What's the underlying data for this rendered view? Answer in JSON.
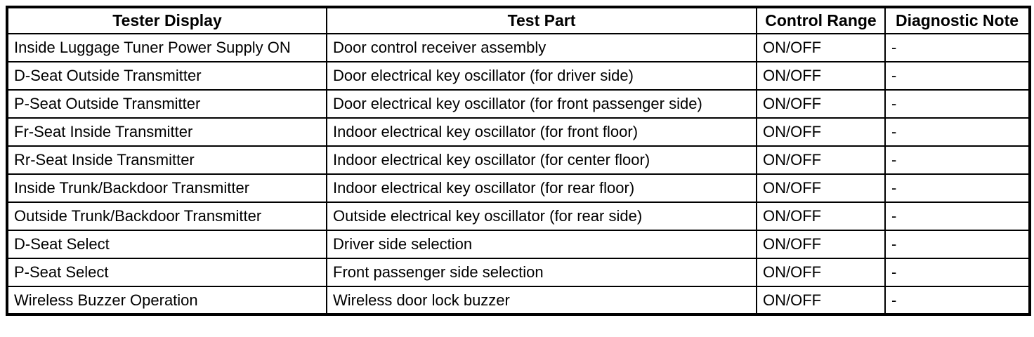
{
  "table": {
    "headers": {
      "tester_display": "Tester Display",
      "test_part": "Test Part",
      "control_range": "Control Range",
      "diagnostic_note": "Diagnostic Note"
    },
    "rows": [
      {
        "tester_display": "Inside Luggage Tuner Power Supply ON",
        "test_part": "Door control receiver assembly",
        "control_range": "ON/OFF",
        "diagnostic_note": "-"
      },
      {
        "tester_display": "D-Seat Outside Transmitter",
        "test_part": "Door electrical key oscillator (for driver side)",
        "control_range": "ON/OFF",
        "diagnostic_note": "-"
      },
      {
        "tester_display": "P-Seat Outside Transmitter",
        "test_part": "Door electrical key oscillator (for front passenger side)",
        "control_range": "ON/OFF",
        "diagnostic_note": "-"
      },
      {
        "tester_display": "Fr-Seat Inside Transmitter",
        "test_part": "Indoor electrical key oscillator (for front floor)",
        "control_range": "ON/OFF",
        "diagnostic_note": "-"
      },
      {
        "tester_display": "Rr-Seat Inside Transmitter",
        "test_part": "Indoor electrical key oscillator (for center floor)",
        "control_range": "ON/OFF",
        "diagnostic_note": "-"
      },
      {
        "tester_display": "Inside Trunk/Backdoor Transmitter",
        "test_part": "Indoor electrical key oscillator (for rear floor)",
        "control_range": "ON/OFF",
        "diagnostic_note": "-"
      },
      {
        "tester_display": "Outside Trunk/Backdoor Transmitter",
        "test_part": "Outside electrical key oscillator (for rear side)",
        "control_range": "ON/OFF",
        "diagnostic_note": "-"
      },
      {
        "tester_display": "D-Seat Select",
        "test_part": "Driver side selection",
        "control_range": "ON/OFF",
        "diagnostic_note": "-"
      },
      {
        "tester_display": "P-Seat Select",
        "test_part": "Front passenger side selection",
        "control_range": "ON/OFF",
        "diagnostic_note": "-"
      },
      {
        "tester_display": "Wireless Buzzer Operation",
        "test_part": "Wireless door lock buzzer",
        "control_range": "ON/OFF",
        "diagnostic_note": "-"
      }
    ],
    "colors": {
      "border": "#000000",
      "background": "#ffffff",
      "text": "#000000"
    }
  }
}
